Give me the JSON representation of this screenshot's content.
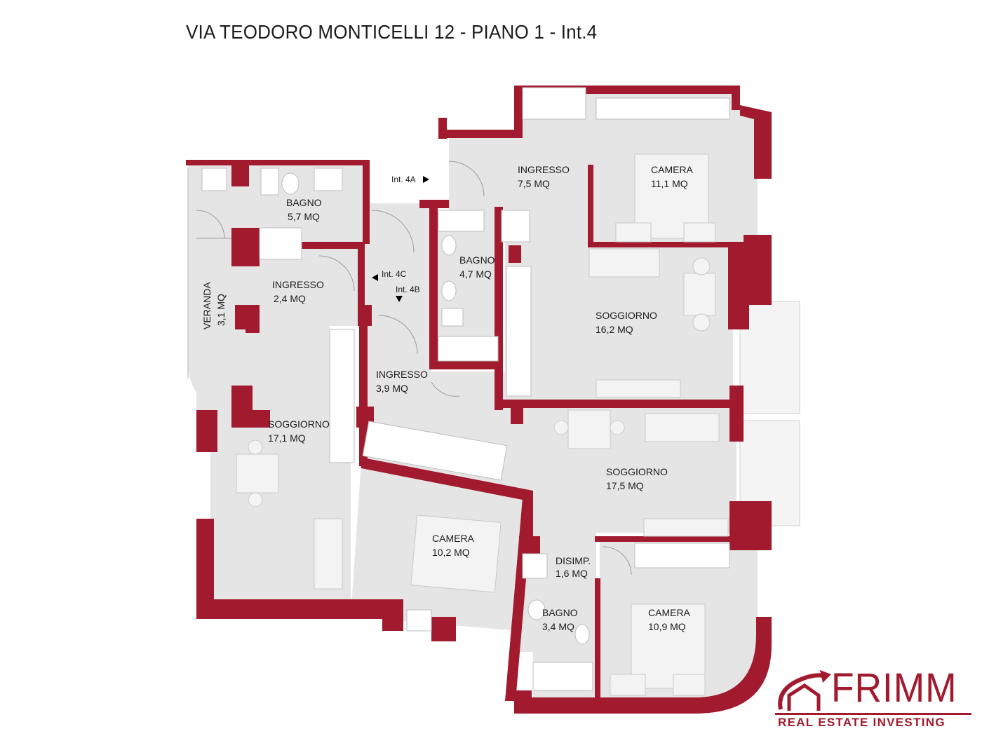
{
  "title": "VIA TEODORO MONTICELLI 12 - PIANO 1 - Int.4",
  "rooms": {
    "bagno_a": {
      "name": "BAGNO",
      "area": "5,7 MQ"
    },
    "ingresso_a": {
      "name": "INGRESSO",
      "area": "2,4 MQ"
    },
    "veranda": {
      "name": "VERANDA",
      "area": "3,1 MQ"
    },
    "soggiorno_a": {
      "name": "SOGGIORNO",
      "area": "17,1 MQ"
    },
    "ingresso_b": {
      "name": "INGRESSO",
      "area": "3,9 MQ"
    },
    "camera_a": {
      "name": "CAMERA",
      "area": "10,2 MQ"
    },
    "ingresso_c": {
      "name": "INGRESSO",
      "area": "7,5 MQ"
    },
    "camera_b": {
      "name": "CAMERA",
      "area": "11,1 MQ"
    },
    "bagno_b": {
      "name": "BAGNO",
      "area": "4,7 MQ"
    },
    "soggiorno_b": {
      "name": "SOGGIORNO",
      "area": "16,2 MQ"
    },
    "soggiorno_c": {
      "name": "SOGGIORNO",
      "area": "17,5 MQ"
    },
    "disimp": {
      "name": "DISIMP.",
      "area": "1,6 MQ"
    },
    "bagno_c": {
      "name": "BAGNO",
      "area": "3,4 MQ"
    },
    "camera_c": {
      "name": "CAMERA",
      "area": "10,9 MQ"
    }
  },
  "doors": {
    "int4a": "Int. 4A",
    "int4b": "Int. 4B",
    "int4c": "Int. 4C"
  },
  "logo": {
    "name": "FRIMM",
    "tagline": "REAL ESTATE INVESTING"
  },
  "colors": {
    "wall": "#a11a2e",
    "floor": "#e5e5e6",
    "text": "#1c1c1c"
  }
}
